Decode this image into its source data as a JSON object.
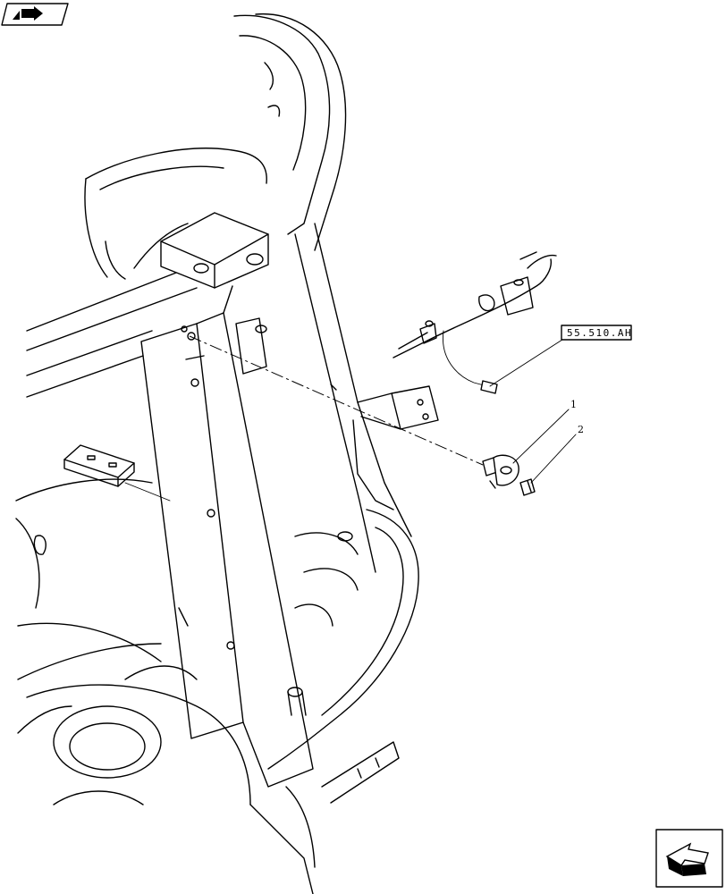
{
  "callouts": {
    "reference_label": "55.510.AH",
    "item_1": "1",
    "item_2": "2"
  },
  "icons": {
    "top_left": "book-arrow-icon",
    "bottom_right": "next-page-arrow-icon"
  }
}
